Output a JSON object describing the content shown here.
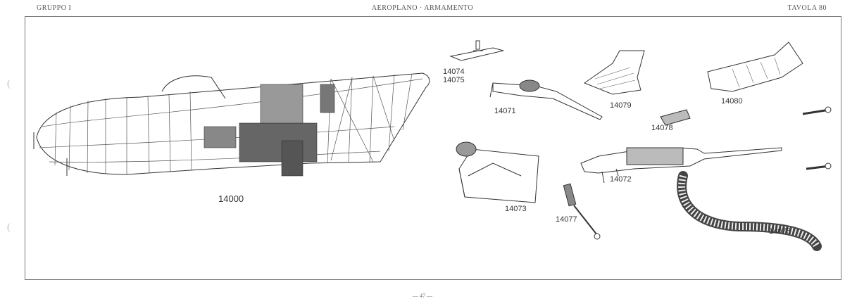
{
  "header": {
    "left": "GRUPPO I",
    "center": "AEROPLANO · ARMAMENTO",
    "right": "TAVOLA 80"
  },
  "footer": {
    "page_number": "— 47 —"
  },
  "part_labels": {
    "fuselage": "14000",
    "mount_plate_a": "14074",
    "mount_plate_b": "14075",
    "machine_gun_small": "14071",
    "ammo_chute": "14079",
    "link_chute": "14080",
    "clip": "14078",
    "ammo_box": "14073",
    "machine_gun_large": "14072",
    "strut": "14077",
    "ammo_belt": "14076"
  },
  "colors": {
    "ink": "#333333",
    "frame": "#777777",
    "paper": "#ffffff"
  }
}
